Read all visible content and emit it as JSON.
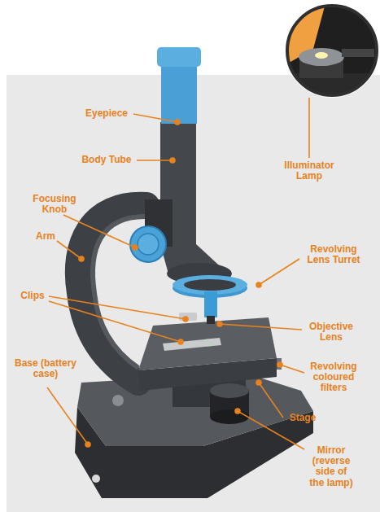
{
  "diagram": {
    "labels": [
      "Eyepiece",
      "Body Tube",
      "Focusing Knob",
      "Arm",
      "Clips",
      "Base (battery case)",
      "Illuminator Lamp",
      "Revolving Lens Turret",
      "Objective Lens",
      "Revolving coloured filters",
      "Stage",
      "Mirror (reverse side of the lamp)"
    ]
  }
}
